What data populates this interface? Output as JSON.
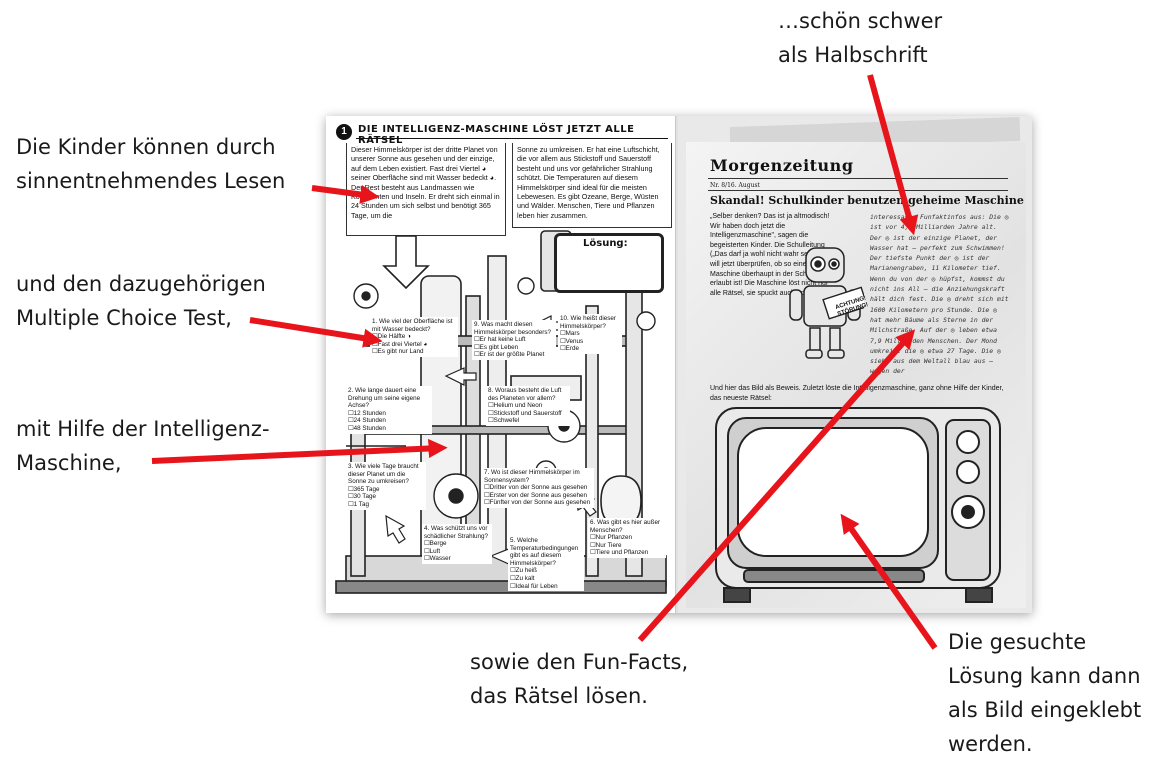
{
  "annotations": {
    "read": "Die Kinder können durch\nsinnentnehmendes Lesen",
    "test": "und den dazugehörigen\nMultiple Choice Test,",
    "machine": "mit Hilfe der Intelligenz-\nMaschine,",
    "funfacts": "sowie den Fun-Facts,\ndas Rätsel lösen.",
    "halbschrift": "…schön schwer\nals Halbschrift",
    "solution": "Die gesuchte\nLösung kann dann\nals Bild eingeklebt\nwerden."
  },
  "colors": {
    "arrow": "#e8141b",
    "ink": "#111111",
    "paper": "#e9e9e9"
  },
  "left_page": {
    "number": "1",
    "title": "Die Intelligenz-Maschine löst jetzt alle Rätsel",
    "text_left": "Dieser Himmelskörper ist der dritte Planet von unserer Sonne aus gesehen und der einzige, auf dem Leben existiert. Fast drei Viertel ◕ seiner Oberfläche sind mit Wasser bedeckt ◕. Der Rest besteht aus Landmassen wie Kontinenten und Inseln. Er dreht sich einmal in 24 Stunden um sich selbst und benötigt 365 Tage, um die",
    "text_right": "Sonne zu umkreisen. Er hat eine Luftschicht, die vor allem aus Stickstoff und Sauerstoff besteht und uns vor gefährlicher Strahlung schützt. Die Temperaturen auf diesem Himmelskörper sind ideal für die meisten Lebewesen. Es gibt Ozeane, Berge, Wüsten und Wälder. Menschen, Tiere und Pflanzen leben hier zusammen.",
    "solution_label": "Lösung:",
    "questions": [
      {
        "q": "1. Wie viel der Oberfläche ist mit Wasser bedeckt?",
        "options": [
          "Die Hälfte ◑",
          "Fast drei Viertel ◕",
          "Es gibt nur Land"
        ]
      },
      {
        "q": "2. Wie lange dauert eine Drehung um seine eigene Achse?",
        "options": [
          "12 Stunden",
          "24 Stunden",
          "48 Stunden"
        ]
      },
      {
        "q": "3. Wie viele Tage braucht dieser Planet um die Sonne zu umkreisen?",
        "options": [
          "365 Tage",
          "30 Tage",
          "1 Tag"
        ]
      },
      {
        "q": "4. Was schützt uns vor schädlicher Strahlung?",
        "options": [
          "Berge",
          "Luft",
          "Wasser"
        ]
      },
      {
        "q": "5. Welche Temperaturbedingungen gibt es auf diesem Himmelskörper?",
        "options": [
          "Zu heiß",
          "Zu kalt",
          "Ideal für Leben"
        ]
      },
      {
        "q": "6. Was gibt es hier außer Menschen?",
        "options": [
          "Nur Pflanzen",
          "Nur Tiere",
          "Tiere und Pflanzen"
        ]
      },
      {
        "q": "7. Wo ist dieser Himmelskörper im Sonnensystem?",
        "options": [
          "Dritter von der Sonne aus gesehen",
          "Erster von der Sonne aus gesehen",
          "Fünfter von der Sonne aus gesehen"
        ]
      },
      {
        "q": "8. Woraus besteht die Luft des Planeten vor allem?",
        "options": [
          "Helium und Neon",
          "Stickstoff und Sauerstoff",
          "Schwefel"
        ]
      },
      {
        "q": "9. Was macht diesen Himmelskörper besonders?",
        "options": [
          "Er hat keine Luft",
          "Es gibt Leben",
          "Er ist der größte Planet"
        ]
      },
      {
        "q": "10. Wie heißt dieser Himmelskörper?",
        "options": [
          "Mars",
          "Venus",
          "Erde"
        ]
      }
    ]
  },
  "right_page": {
    "masthead": "Morgenzeitung",
    "issue": "Nr. 8/16. August",
    "headline": "Skandal! Schulkinder benutzen geheime Maschine",
    "col_left": "„Selber denken? Das ist ja altmodisch! Wir haben doch jetzt die Intelligenzmaschine\", sagen die begeisterten Kinder. Die Schulleitung („Das darf ja wohl nicht wahr sein!\") will jetzt überprüfen, ob so eine Maschine überhaupt in der Schule erlaubt ist! Die Maschine löst nicht nur alle Rätsel, sie spuckt auch noch",
    "col_right": "interessante Funfaktinfos aus: Die ◎ ist vor 4,5 Milliarden Jahre alt. Der ◎ ist der einzige Planet, der Wasser hat – perfekt zum Schwimmen! Der tiefste Punkt der ◎ ist der Marianengraben, 11 Kilometer tief. Wenn du von der ◎ hüpfst, kommst du nicht ins All – die Anziehungskraft hält dich fest. Die ◎ dreht sich mit 1600 Kilometern pro Stunde. Die ◎ hat mehr Bäume als Sterne in der Milchstraße. Auf der ◎ leben etwa 7,9 Milliarden Menschen. Der Mond umkreist die ◎ etwa 27 Tage. Die ◎ sieht aus dem Weltall blau aus – wegen der",
    "robot_sign": "ACHTUNG! STÖRUNG!",
    "proof": "Und hier das Bild als Beweis. Zuletzt löste die Intelligenzmaschine, ganz ohne Hilfe der Kinder, das neueste Rätsel:"
  }
}
